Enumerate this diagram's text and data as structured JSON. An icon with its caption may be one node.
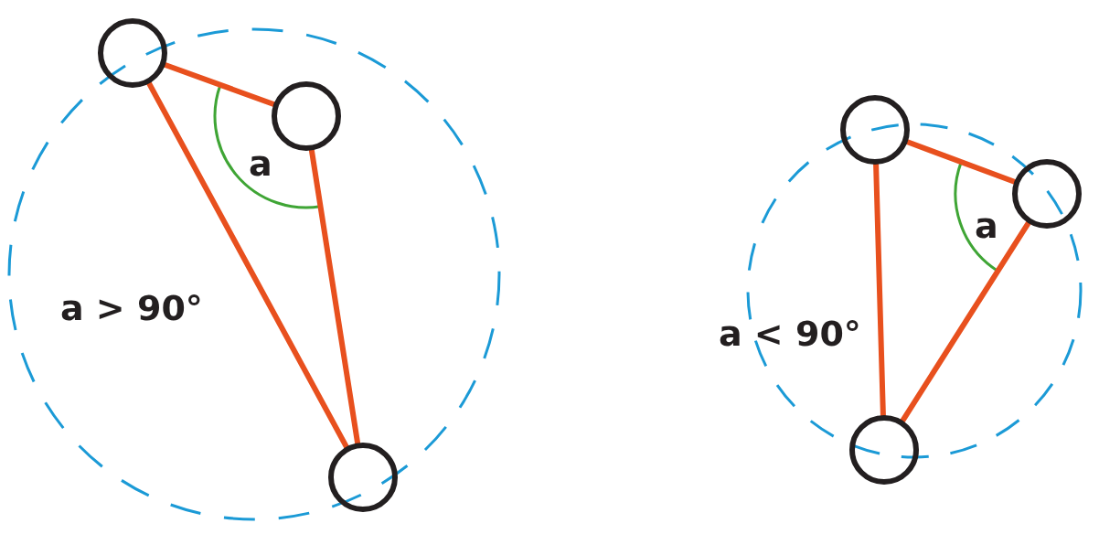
{
  "diagram": {
    "nodes": [
      {
        "text": [],
        "shape": "circle"
      },
      {
        "text": [],
        "shape": "circle"
      },
      {
        "text": [],
        "shape": "circle"
      },
      {
        "text": [],
        "shape": "circle"
      },
      {
        "text": [],
        "shape": "circle"
      },
      {
        "text": [],
        "shape": "circle"
      }
    ],
    "edges": [
      {
        "from": 0,
        "to": 1,
        "arrow": "none"
      },
      {
        "from": 1,
        "to": 2,
        "arrow": "none"
      },
      {
        "from": 2,
        "to": 0,
        "arrow": "none"
      },
      {
        "from": 3,
        "to": 4,
        "arrow": "none"
      },
      {
        "from": 4,
        "to": 5,
        "arrow": "none"
      },
      {
        "from": 5,
        "to": 3,
        "arrow": "none"
      }
    ],
    "labels": [
      "a",
      "a > 90°",
      "a",
      "a < 90°"
    ]
  }
}
